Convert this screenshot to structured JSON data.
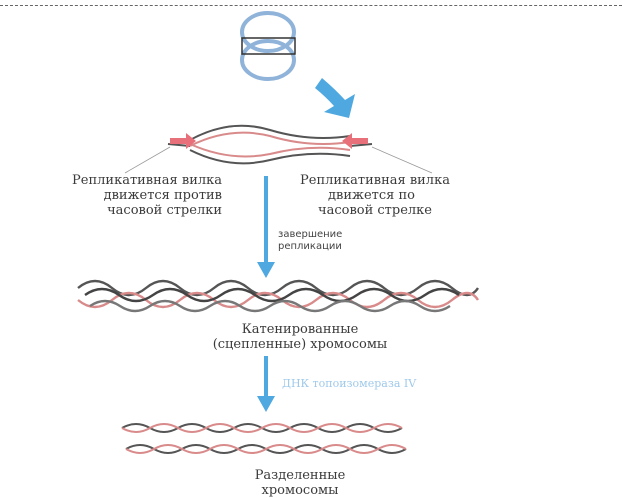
{
  "labels": {
    "fork_left": [
      "Репликативная вилка",
      "движется против",
      "часовой стрелки"
    ],
    "fork_right": [
      "Репликативная вилка",
      "движется по",
      "часовой стрелке"
    ],
    "completion": [
      "завершение",
      "репликации"
    ],
    "catenated": [
      "Катенированные",
      "(сцепленные) хромосомы"
    ],
    "topoisomerase": "ДНК топоизомераза IV",
    "separated": [
      "Разделенные",
      "хромосомы"
    ]
  },
  "colors": {
    "arrow_blue": "#4fa8e0",
    "ring_blue": "#8fb3d9",
    "strand_dark": "#555555",
    "strand_red": "#d98a8a",
    "fork_arrow_red": "#e8707a"
  },
  "icons": {
    "top_arrow": "curved-arrow-icon",
    "fork_arrows": "arrow-right-icon"
  }
}
